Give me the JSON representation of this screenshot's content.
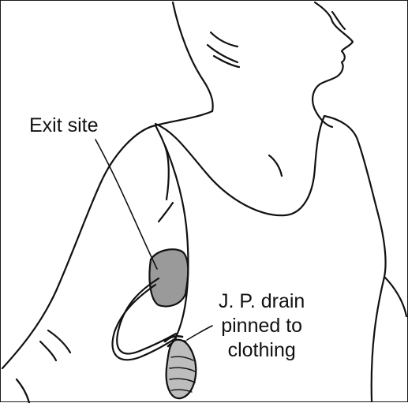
{
  "labels": {
    "exit_site": "Exit site",
    "drain_line1": "J. P. drain",
    "drain_line2": "pinned to",
    "drain_line3": "clothing"
  },
  "colors": {
    "line": "#111111",
    "background": "#ffffff",
    "dressing": "#9a9a9a",
    "bulb": "#bdbdbd"
  }
}
